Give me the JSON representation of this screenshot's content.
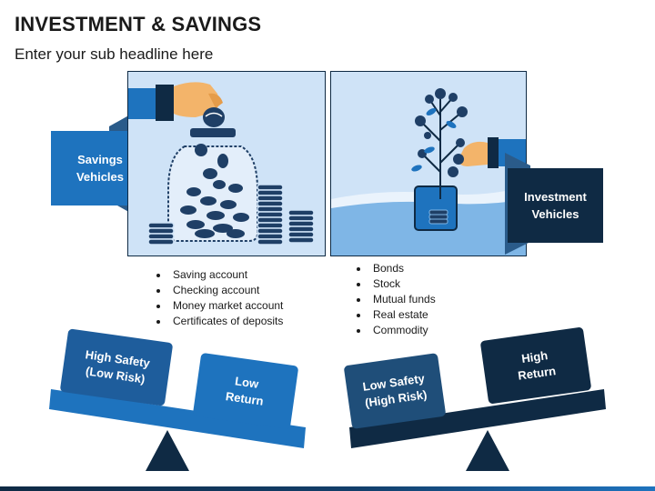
{
  "header": {
    "title": "INVESTMENT & SAVINGS",
    "subtitle": "Enter your sub headline here"
  },
  "savings": {
    "label": "Savings\nVehicles",
    "items": [
      "Saving account",
      "Checking account",
      "Money market account",
      "Certificates of deposits"
    ],
    "scale_left": "High Safety\n(Low Risk)",
    "scale_right": "Low\nReturn"
  },
  "investment": {
    "label": "Investment\nVehicles",
    "items": [
      "Bonds",
      "Stock",
      "Mutual funds",
      "Real estate",
      "Commodity"
    ],
    "scale_left": "Low Safety\n(High Risk)",
    "scale_right": "High\nReturn"
  },
  "colors": {
    "navy": "#0f2a44",
    "mid_blue": "#1e5d9c",
    "bright_blue": "#1e73be",
    "panel_bg": "#cfe3f7",
    "water": "#7fb6e6"
  }
}
